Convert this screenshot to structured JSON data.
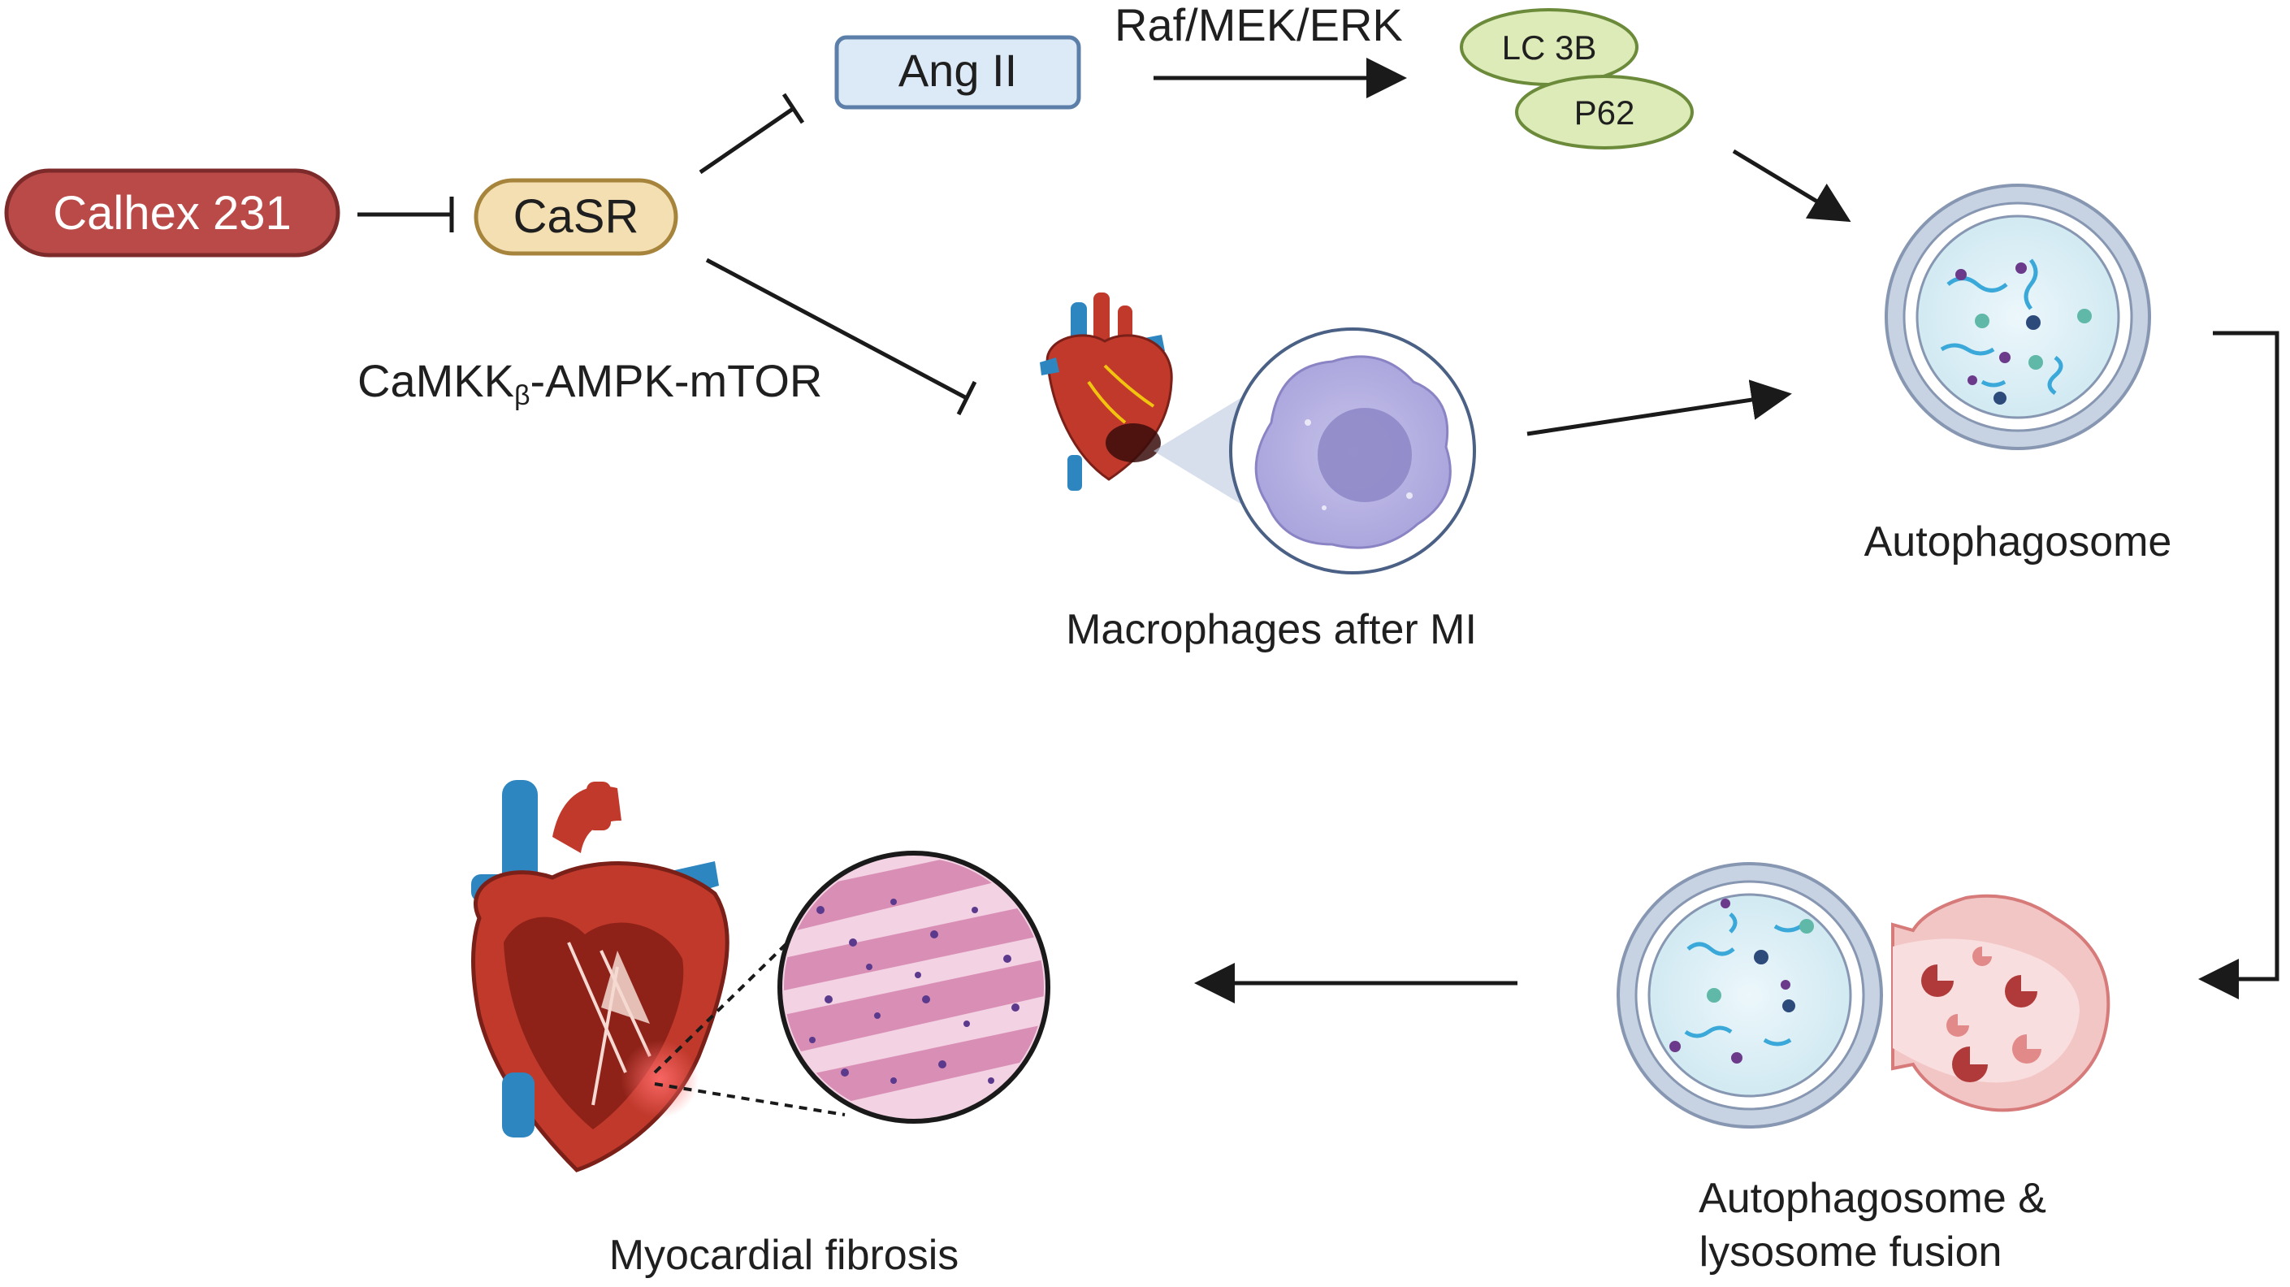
{
  "nodes": {
    "calhex": "Calhex 231",
    "casr": "CaSR",
    "angii": "Ang II",
    "lc3b": "LC 3B",
    "p62": "P62"
  },
  "edge_labels": {
    "raf": "Raf/MEK/ERK",
    "camkk_prefix": "CaMKK",
    "camkk_sub": "β",
    "camkk_suffix": "-AMPK-mTOR"
  },
  "captions": {
    "macrophages": "Macrophages after MI",
    "autophagosome": "Autophagosome",
    "fusion_line1": "Autophagosome &",
    "fusion_line2": "lysosome fusion",
    "fibrosis": "Myocardial fibrosis"
  },
  "colors": {
    "calhex_fill": "#b94a48",
    "casr_fill": "#f3dfb2",
    "angii_fill": "#dce9f7",
    "lc_fill": "#dcebb8",
    "membrane": "#a3b3c9",
    "lysosome": "#e9a5a5",
    "heart_red": "#c0392b",
    "vessel_blue": "#2e86c1"
  }
}
